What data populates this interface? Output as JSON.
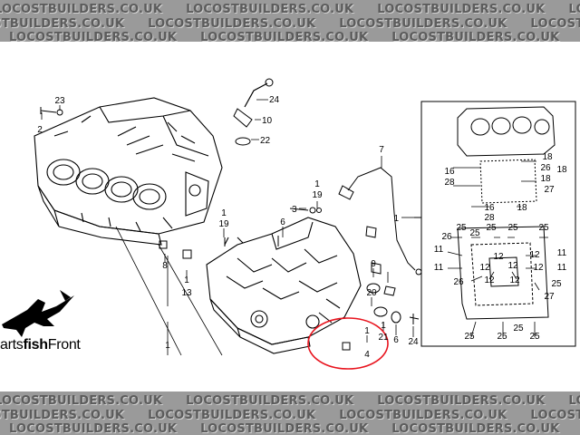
{
  "watermark": {
    "text": "LOCOSTBUILDERS.CO.UK",
    "color": "#5c5c5c",
    "band_color": "#9a9a9a"
  },
  "brand": {
    "prefix": "arts",
    "bold": "fish",
    "suffix": "Front",
    "logo_icon": "swordfish-logo-icon"
  },
  "highlight_color": "#e8141e",
  "callouts": {
    "n23": "23",
    "n2": "2",
    "n24a": "24",
    "n10": "10",
    "n22": "22",
    "n7": "7",
    "n1_right": "1",
    "n3": "3",
    "n19a": "19",
    "n1_mid": "1",
    "n6": "6",
    "n19b": "19",
    "n1_left": "1",
    "n8": "8",
    "n1_13": "1",
    "n13": "13",
    "n9": "9",
    "n20": "20",
    "n1_21": "1",
    "n21": "21",
    "n6b": "6",
    "n24b": "24",
    "n1_4": "1",
    "n4": "4",
    "n1_bottom": "1",
    "r16a": "16",
    "r28a": "28",
    "r18a": "18",
    "r26": "26",
    "r18b": "18",
    "r18c": "18",
    "r27a": "27",
    "r16b": "16",
    "r28b": "28",
    "r18d": "18",
    "r25a": "25",
    "r26b": "26",
    "r25b": "25",
    "r25c": "25",
    "r25d": "25",
    "r25e": "25",
    "r11a": "11",
    "r12a": "12",
    "r12b": "12",
    "r11b": "11",
    "r11c": "11",
    "r12c": "12",
    "r12d": "12",
    "r12e": "12",
    "r11d": "11",
    "r26c": "26",
    "r12f": "12",
    "r12g": "12",
    "r25f": "25",
    "r27b": "27",
    "r25g": "25",
    "r25h": "25",
    "r25i": "25",
    "r25j": "25",
    "r11e": "11",
    "r25k": "25"
  }
}
